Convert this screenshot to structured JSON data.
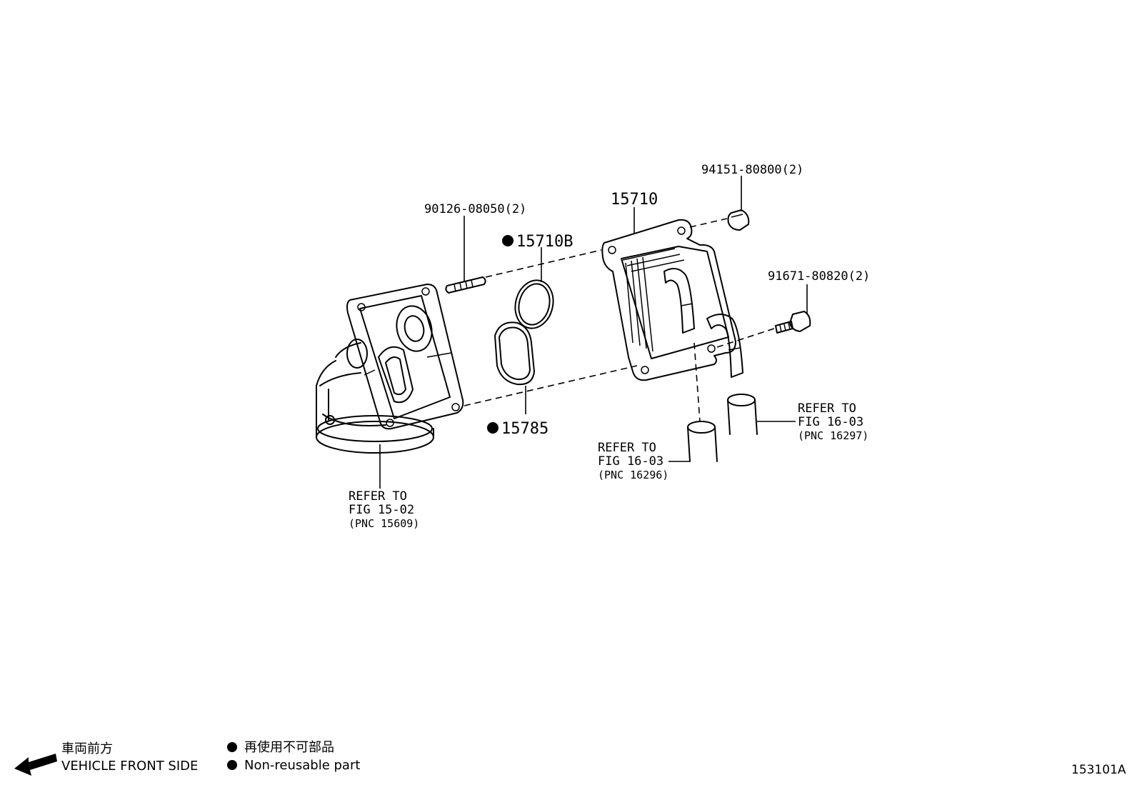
{
  "callouts": {
    "stud_bolt": "90126-08050(2)",
    "oring_top": "15710B",
    "oring_bottom": "15785",
    "oil_cooler": "15710",
    "nut": "94151-80800(2)",
    "bolt": "91671-80820(2)"
  },
  "refers": {
    "housing": {
      "line1": "REFER TO",
      "line2": "FIG 15-02",
      "line3": "(PNC 15609)"
    },
    "hose_left": {
      "line1": "REFER TO",
      "line2": "FIG 16-03",
      "line3": "(PNC 16296)"
    },
    "hose_right": {
      "line1": "REFER TO",
      "line2": "FIG 16-03",
      "line3": "(PNC 16297)"
    }
  },
  "legend": {
    "front_jp": "車両前方",
    "front_en": "VEHICLE FRONT SIDE",
    "nonreusable_jp": "再使用不可部品",
    "nonreusable_en": "Non-reusable part"
  },
  "figure_number": "153101A",
  "icons": [
    "arrow-front-icon",
    "filled-dot-icon"
  ]
}
